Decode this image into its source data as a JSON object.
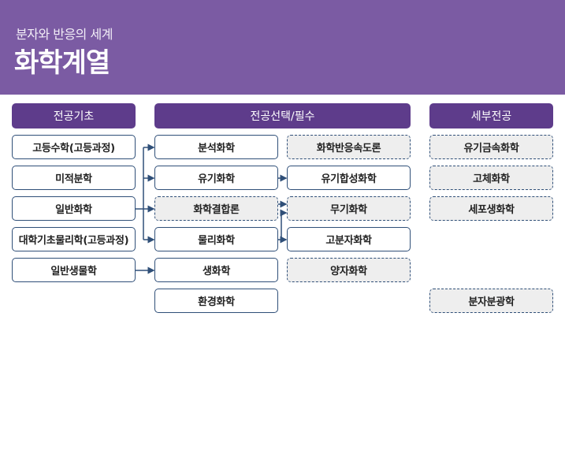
{
  "header": {
    "subtitle": "분자와 반응의 세계",
    "title": "화학계열",
    "background_color": "#7b5ba3"
  },
  "columns": {
    "basic": {
      "label": "전공기초",
      "items": [
        "고등수학(고등과정)",
        "미적분학",
        "일반화학",
        "대학기초물리학(고등과정)",
        "일반생물학"
      ]
    },
    "required": {
      "label": "전공선택/필수",
      "col1": [
        "분석화학",
        "유기화학",
        "화학결합론",
        "물리화학",
        "생화학",
        "환경화학"
      ],
      "col2": [
        "화학반응속도론",
        "유기합성화학",
        "무기화학",
        "고분자화학",
        "양자화학"
      ]
    },
    "detail": {
      "label": "세부전공",
      "items": [
        "유기금속화학",
        "고체화학",
        "세포생화학",
        "분자분광학"
      ]
    }
  },
  "legend_styles": {
    "solid_box": "solid border, white fill",
    "dashed_box": "dotted border, gray fill"
  },
  "colors": {
    "header_bg": "#7b5ba3",
    "column_header_bg": "#5e3c8b",
    "border": "#2f4f78",
    "dashed_fill": "#eeeeee"
  }
}
